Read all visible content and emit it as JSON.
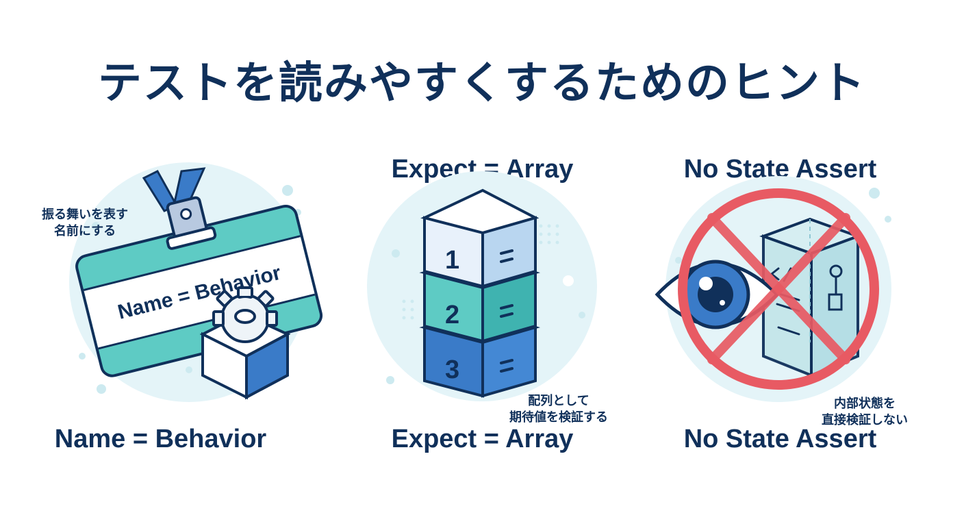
{
  "title": "テストを読みやすくするためのヒント",
  "panels": [
    {
      "top_label": "",
      "badge_text": "Name = Behavior",
      "note_line1": "振る舞いを表す",
      "note_line2": "名前にする",
      "bottom_label": "Name = Behavior",
      "icons": [
        "id-badge-icon",
        "gear-box-icon"
      ]
    },
    {
      "top_label": "Expect = Array",
      "blocks": [
        "1",
        "2",
        "3"
      ],
      "note_line1": "配列として",
      "note_line2": "期待値を検証する",
      "bottom_label": "Expect = Array",
      "icons": [
        "stacked-blocks-icon"
      ]
    },
    {
      "top_label": "No State Assert",
      "note_line1": "内部状態を",
      "note_line2": "直接検証しない",
      "bottom_label": "No State Assert",
      "icons": [
        "eye-icon",
        "prohibited-icon",
        "glass-box-icon"
      ]
    }
  ],
  "colors": {
    "navy": "#10305a",
    "teal": "#5ecbc4",
    "blue": "#3a7bc8",
    "pale": "#e4f4f8",
    "red": "#e85a63"
  }
}
